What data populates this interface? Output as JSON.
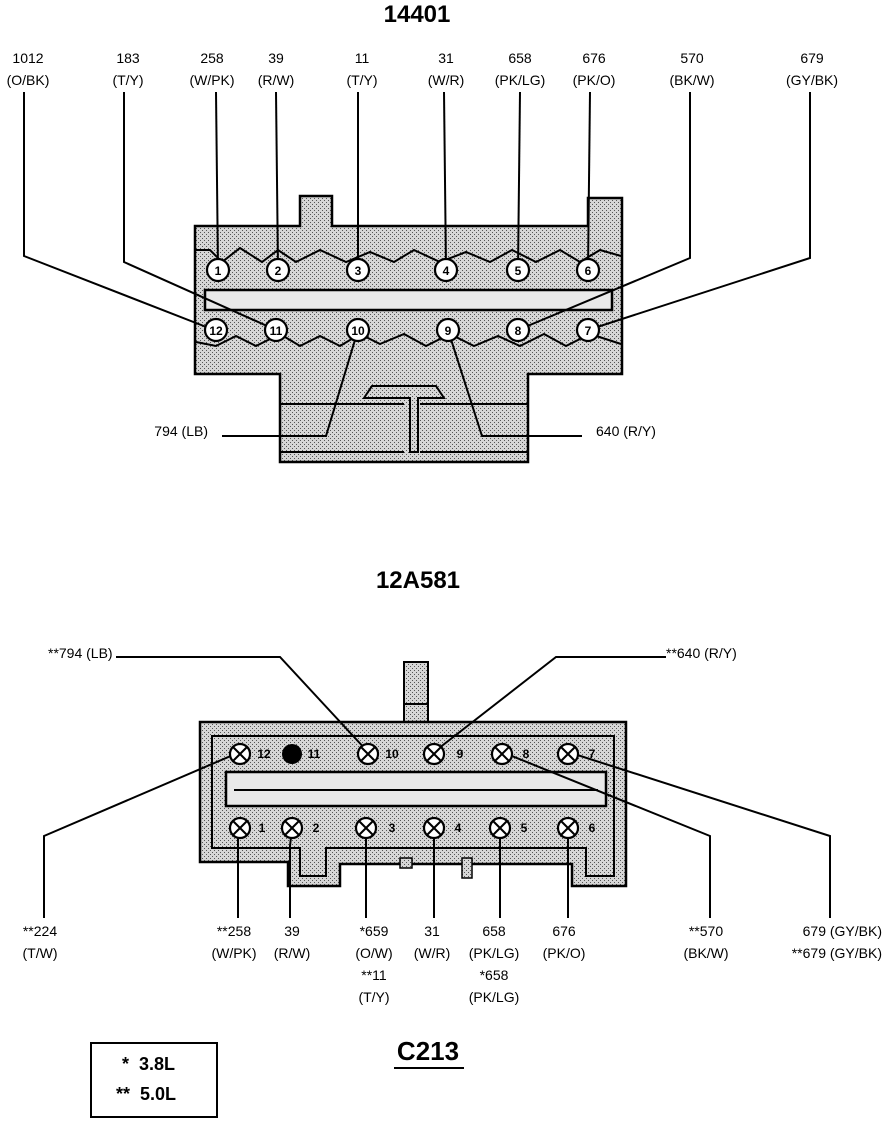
{
  "top_connector": {
    "title": "14401",
    "wires_top": [
      {
        "circuit": "1012",
        "color": "(O/BK)",
        "pin": "12"
      },
      {
        "circuit": "183",
        "color": "(T/Y)",
        "pin": "11"
      },
      {
        "circuit": "258",
        "color": "(W/PK)",
        "pin": "1"
      },
      {
        "circuit": "39",
        "color": "(R/W)",
        "pin": "2"
      },
      {
        "circuit": "11",
        "color": "(T/Y)",
        "pin": "3"
      },
      {
        "circuit": "31",
        "color": "(W/R)",
        "pin": "4"
      },
      {
        "circuit": "658",
        "color": "(PK/LG)",
        "pin": "5"
      },
      {
        "circuit": "676",
        "color": "(PK/O)",
        "pin": "6"
      },
      {
        "circuit": "570",
        "color": "(BK/W)",
        "pin": "8"
      },
      {
        "circuit": "679",
        "color": "(GY/BK)",
        "pin": "7"
      }
    ],
    "wires_bottom": [
      {
        "label": "794 (LB)",
        "pin": "10"
      },
      {
        "label": "640 (R/Y)",
        "pin": "9"
      }
    ],
    "pins_row1": [
      "1",
      "2",
      "3",
      "4",
      "5",
      "6"
    ],
    "pins_row2": [
      "12",
      "11",
      "10",
      "9",
      "8",
      "7"
    ]
  },
  "bottom_connector": {
    "title": "12A581",
    "name": "C213",
    "pins_top_row": [
      "12",
      "11",
      "10",
      "9",
      "8",
      "7"
    ],
    "pins_bottom_row": [
      "1",
      "2",
      "3",
      "4",
      "5",
      "6"
    ],
    "wire_top_left": "**794 (LB)",
    "wire_top_right": "**640 (R/Y)",
    "wire_bottom_labels": [
      {
        "lines": [
          "**224",
          "(T/W)"
        ]
      },
      {
        "lines": [
          "**258",
          "(W/PK)"
        ]
      },
      {
        "lines": [
          "39",
          "(R/W)"
        ]
      },
      {
        "lines": [
          "*659",
          "(O/W)",
          "**11",
          "(T/Y)"
        ]
      },
      {
        "lines": [
          "31",
          "(W/R)"
        ]
      },
      {
        "lines": [
          "658",
          "(PK/LG)",
          "*658",
          "(PK/LG)"
        ]
      },
      {
        "lines": [
          "676",
          "(PK/O)"
        ]
      },
      {
        "lines": [
          "**570",
          "(BK/W)"
        ]
      },
      {
        "lines": [
          "679 (GY/BK)",
          "**679 (GY/BK)"
        ]
      }
    ]
  },
  "legend": {
    "line1": "*  3.8L",
    "line2": "**  5.0L"
  }
}
